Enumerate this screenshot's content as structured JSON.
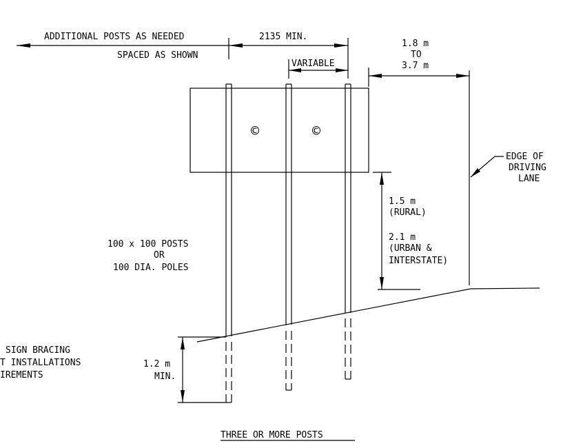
{
  "labels": {
    "additional_posts": "ADDITIONAL POSTS AS NEEDED",
    "spaced_as_shown": "SPACED AS SHOWN",
    "min_2135": "2135 MIN.",
    "variable": "VARIABLE",
    "offset_line1": "1.8 m",
    "offset_line2": "TO",
    "offset_line3": "3.7 m",
    "edge_line1": "EDGE OF",
    "edge_line2": "DRIVING",
    "edge_line3": "LANE",
    "height_rural_1": "1.5 m",
    "height_rural_2": "(RURAL)",
    "height_urban_1": "2.1 m",
    "height_urban_2": "(URBAN &",
    "height_urban_3": "INTERSTATE)",
    "posts_line1": "100 x 100 POSTS",
    "posts_line2": "OR",
    "posts_line3": "100 DIA. POLES",
    "bracing_line1": "SIGN BRACING",
    "bracing_line2": "T INSTALLATIONS",
    "bracing_line3": "IREMENTS",
    "embed_line1": "1.2 m",
    "embed_line2": "MIN.",
    "caption": "THREE OR MORE POSTS"
  },
  "symbols": {
    "copyright_left": "©",
    "copyright_right": "©"
  },
  "colors": {
    "line": "#000000",
    "background": "#ffffff"
  }
}
